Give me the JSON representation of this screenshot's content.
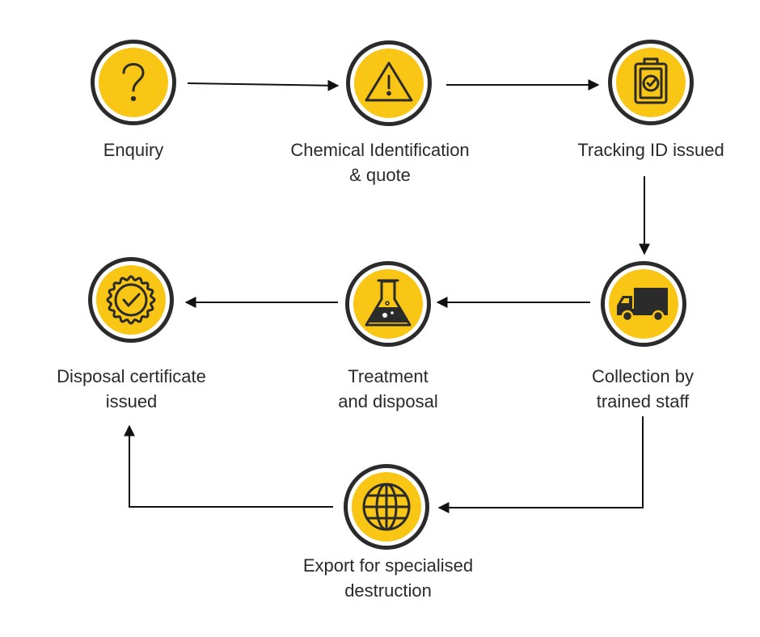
{
  "colors": {
    "accent": "#F9C615",
    "ring_outer": "#2B2B2B",
    "ring_inner": "#FFFFFF",
    "icon_stroke": "#2B2B2B",
    "arrow": "#111111",
    "text": "#2A2A2A"
  },
  "nodes": [
    {
      "id": "enquiry",
      "icon": "question-mark-icon",
      "label_lines": [
        "Enquiry"
      ]
    },
    {
      "id": "chemical-identification",
      "icon": "warning-triangle-icon",
      "label_lines": [
        "Chemical Identification",
        "& quote"
      ]
    },
    {
      "id": "tracking-id",
      "icon": "clipboard-check-icon",
      "label_lines": [
        "Tracking ID issued"
      ]
    },
    {
      "id": "collection",
      "icon": "truck-icon",
      "label_lines": [
        "Collection by",
        "trained staff"
      ]
    },
    {
      "id": "treatment",
      "icon": "flask-icon",
      "label_lines": [
        "Treatment",
        "and disposal"
      ]
    },
    {
      "id": "disposal-certificate",
      "icon": "certificate-badge-icon",
      "label_lines": [
        "Disposal certificate",
        "issued"
      ]
    },
    {
      "id": "export",
      "icon": "globe-icon",
      "label_lines": [
        "Export for specialised",
        "destruction"
      ]
    }
  ],
  "edges": [
    {
      "from": "enquiry",
      "to": "chemical-identification"
    },
    {
      "from": "chemical-identification",
      "to": "tracking-id"
    },
    {
      "from": "tracking-id",
      "to": "collection"
    },
    {
      "from": "collection",
      "to": "treatment"
    },
    {
      "from": "treatment",
      "to": "disposal-certificate"
    },
    {
      "from": "collection",
      "to": "export"
    },
    {
      "from": "export",
      "to": "disposal-certificate"
    }
  ]
}
